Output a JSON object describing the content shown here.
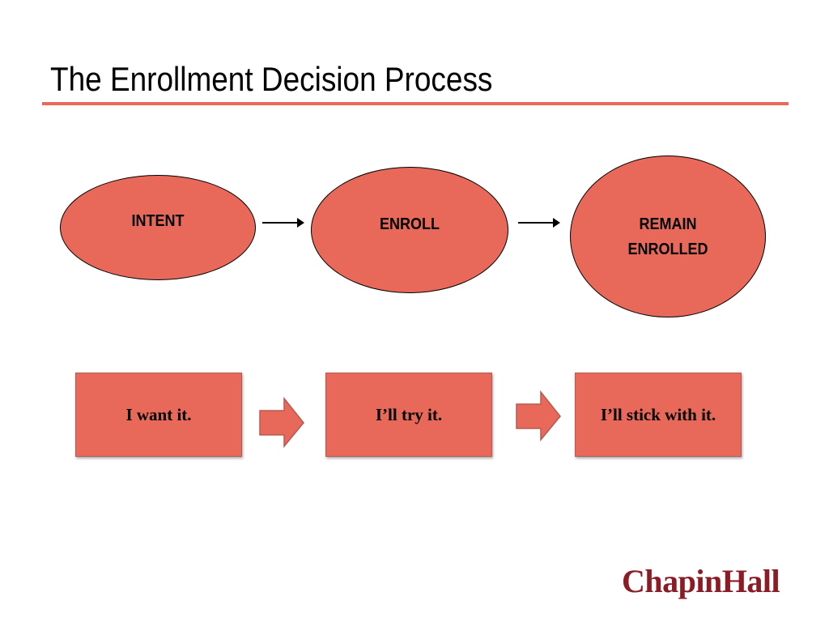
{
  "title": "The Enrollment Decision Process",
  "stages": {
    "intent": "INTENT",
    "enroll": "ENROLL",
    "remain_line1": "REMAIN",
    "remain_line2": "ENROLLED"
  },
  "statements": {
    "want": "I want it.",
    "try": "I’ll try it.",
    "stick": "I’ll stick with it."
  },
  "logo": "ChapinHall",
  "colors": {
    "shape_fill": "#e8695a",
    "rule": "#e8695a",
    "logo": "#8b1c26"
  }
}
